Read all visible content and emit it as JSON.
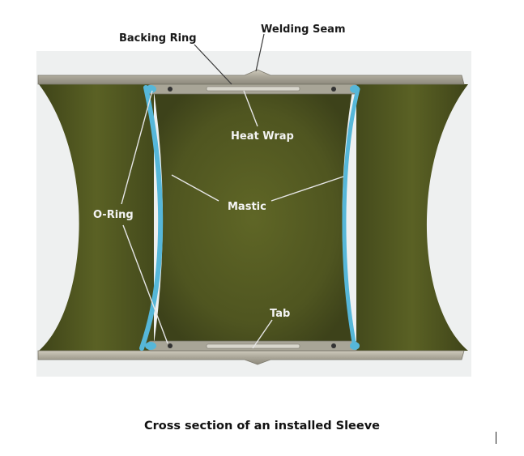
{
  "figure": {
    "labels": {
      "backing_ring": "Backing Ring",
      "welding_seam": "Welding Seam",
      "heat_wrap": "Heat Wrap",
      "mastic": "Mastic",
      "o_ring": "O-Ring",
      "tab": "Tab"
    },
    "caption": "Cross section of an installed Sleeve"
  },
  "colors": {
    "interior": "#565c21",
    "ring_blue": "#56b7d9",
    "steel": "#b3b0a4",
    "background": "#ffffff"
  }
}
